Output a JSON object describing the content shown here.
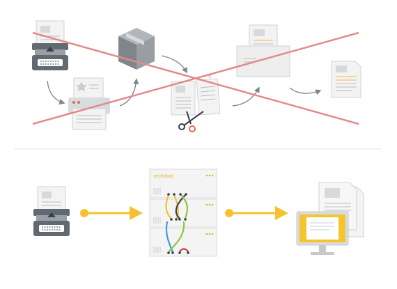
{
  "colors": {
    "cross": "#e38a8a",
    "arrow_yellow": "#f6c12f",
    "arrow_gray": "#7f8790",
    "paper": "#f3f3f3",
    "paper_line": "#b8bcc1",
    "paper_accent": "#f2b84b",
    "machine_dark": "#616a73",
    "machine_mid": "#9aa0a6",
    "machine_light": "#d9dcdf",
    "printer_red": "#e0684f",
    "box": "#8a8f94",
    "rack": "#f4f4f4",
    "rack_border": "#d8d8d8",
    "led": "#e4b52e",
    "cable_yellow": "#f0c23a",
    "cable_green": "#8ec63f",
    "cable_blue": "#3a9bd6",
    "cable_dark": "#3a3f44",
    "cable_red": "#c23b3b",
    "monitor_screen": "#f5c530",
    "divider": "#e6e6e6"
  },
  "top_process": {
    "steps": [
      "typewriter-document",
      "printer",
      "shipping-box",
      "cut-and-paste-document",
      "envelope-document",
      "final-document"
    ],
    "crossed_out": true
  },
  "bottom_process": {
    "rack_brand": "xechobot",
    "steps": [
      "typewriter-document",
      "xechobot-rack",
      "monitor-document"
    ]
  }
}
